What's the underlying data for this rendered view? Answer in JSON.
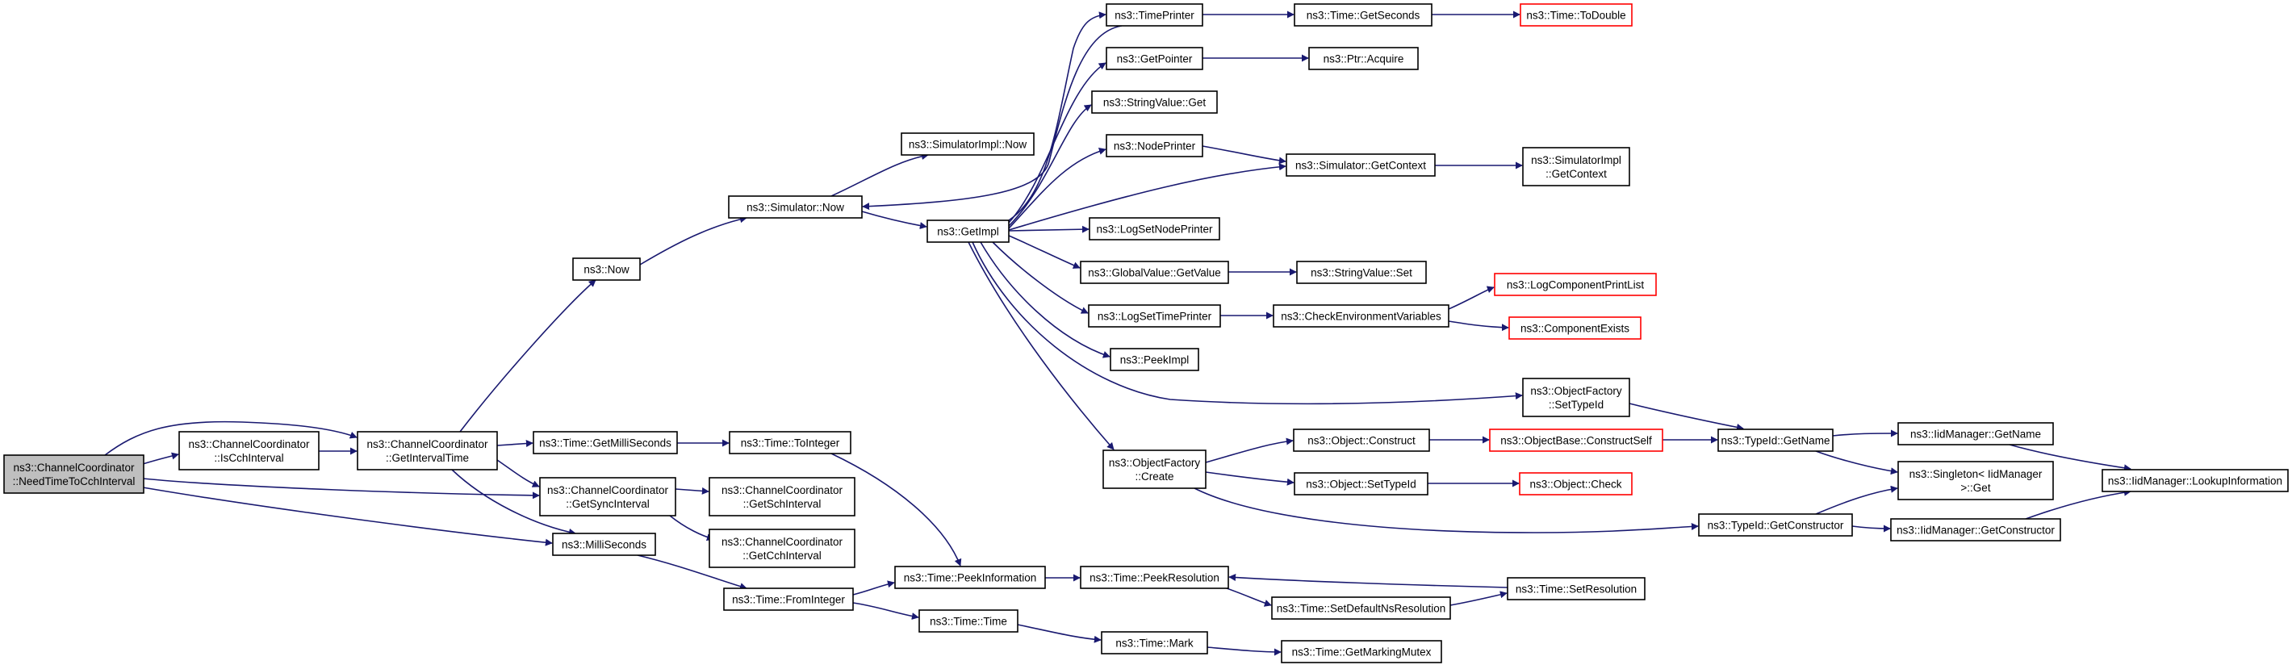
{
  "graph": {
    "colors": {
      "edge": "#191970",
      "node_border": "#000000",
      "missing_node_border": "#ff0000",
      "root_fill": "#bfbfbf",
      "background": "#ffffff"
    },
    "nodes": [
      {
        "id": "root",
        "lines": [
          "ns3::ChannelCoordinator",
          "::NeedTimeToCchInterval"
        ],
        "style": "root"
      },
      {
        "id": "iscch",
        "lines": [
          "ns3::ChannelCoordinator",
          "::IsCchInterval"
        ]
      },
      {
        "id": "getint",
        "lines": [
          "ns3::ChannelCoordinator",
          "::GetIntervalTime"
        ]
      },
      {
        "id": "now",
        "lines": [
          "ns3::Now"
        ]
      },
      {
        "id": "getms",
        "lines": [
          "ns3::Time::GetMilliSeconds"
        ]
      },
      {
        "id": "getsync",
        "lines": [
          "ns3::ChannelCoordinator",
          "::GetSyncInterval"
        ]
      },
      {
        "id": "millis",
        "lines": [
          "ns3::MilliSeconds"
        ]
      },
      {
        "id": "simnow",
        "lines": [
          "ns3::Simulator::Now"
        ]
      },
      {
        "id": "simimplnow",
        "lines": [
          "ns3::SimulatorImpl::Now"
        ]
      },
      {
        "id": "toint",
        "lines": [
          "ns3::Time::ToInteger"
        ]
      },
      {
        "id": "getsch",
        "lines": [
          "ns3::ChannelCoordinator",
          "::GetSchInterval"
        ]
      },
      {
        "id": "getcch",
        "lines": [
          "ns3::ChannelCoordinator",
          "::GetCchInterval"
        ]
      },
      {
        "id": "fromint",
        "lines": [
          "ns3::Time::FromInteger"
        ]
      },
      {
        "id": "getimpl",
        "lines": [
          "ns3::GetImpl"
        ]
      },
      {
        "id": "peekinfo",
        "lines": [
          "ns3::Time::PeekInformation"
        ]
      },
      {
        "id": "timetime",
        "lines": [
          "ns3::Time::Time"
        ]
      },
      {
        "id": "timeprinter",
        "lines": [
          "ns3::TimePrinter"
        ]
      },
      {
        "id": "getpointer",
        "lines": [
          "ns3::GetPointer"
        ]
      },
      {
        "id": "strvalget",
        "lines": [
          "ns3::StringValue::Get"
        ]
      },
      {
        "id": "nodeprinter",
        "lines": [
          "ns3::NodePrinter"
        ]
      },
      {
        "id": "logsetnode",
        "lines": [
          "ns3::LogSetNodePrinter"
        ]
      },
      {
        "id": "gvget",
        "lines": [
          "ns3::GlobalValue::GetValue"
        ]
      },
      {
        "id": "logsettime",
        "lines": [
          "ns3::LogSetTimePrinter"
        ]
      },
      {
        "id": "peekimpl",
        "lines": [
          "ns3::PeekImpl"
        ]
      },
      {
        "id": "ofcreate",
        "lines": [
          "ns3::ObjectFactory",
          "::Create"
        ]
      },
      {
        "id": "peekres",
        "lines": [
          "ns3::Time::PeekResolution"
        ]
      },
      {
        "id": "mark",
        "lines": [
          "ns3::Time::Mark"
        ]
      },
      {
        "id": "getsec",
        "lines": [
          "ns3::Time::GetSeconds"
        ]
      },
      {
        "id": "ptracq",
        "lines": [
          "ns3::Ptr::Acquire"
        ]
      },
      {
        "id": "simctx",
        "lines": [
          "ns3::Simulator::GetContext"
        ]
      },
      {
        "id": "strvalset",
        "lines": [
          "ns3::StringValue::Set"
        ]
      },
      {
        "id": "checkenv",
        "lines": [
          "ns3::CheckEnvironmentVariables"
        ]
      },
      {
        "id": "objconstruct",
        "lines": [
          "ns3::Object::Construct"
        ]
      },
      {
        "id": "objsettid",
        "lines": [
          "ns3::Object::SetTypeId"
        ]
      },
      {
        "id": "setdefres",
        "lines": [
          "ns3::Time::SetDefaultNsResolution"
        ]
      },
      {
        "id": "getmarkmutex",
        "lines": [
          "ns3::Time::GetMarkingMutex"
        ]
      },
      {
        "id": "todouble",
        "lines": [
          "ns3::Time::ToDouble"
        ],
        "style": "red"
      },
      {
        "id": "simimplctx",
        "lines": [
          "ns3::SimulatorImpl",
          "::GetContext"
        ]
      },
      {
        "id": "logcomplist",
        "lines": [
          "ns3::LogComponentPrintList"
        ],
        "style": "red"
      },
      {
        "id": "compexists",
        "lines": [
          "ns3::ComponentExists"
        ],
        "style": "red"
      },
      {
        "id": "ofsettid",
        "lines": [
          "ns3::ObjectFactory",
          "::SetTypeId"
        ]
      },
      {
        "id": "objbaseconstruct",
        "lines": [
          "ns3::ObjectBase::ConstructSelf"
        ],
        "style": "red"
      },
      {
        "id": "objcheck",
        "lines": [
          "ns3::Object::Check"
        ],
        "style": "red"
      },
      {
        "id": "tidgetctor",
        "lines": [
          "ns3::TypeId::GetConstructor"
        ]
      },
      {
        "id": "setres",
        "lines": [
          "ns3::Time::SetResolution"
        ]
      },
      {
        "id": "tidgetname",
        "lines": [
          "ns3::TypeId::GetName"
        ]
      },
      {
        "id": "iidgetname",
        "lines": [
          "ns3::IidManager::GetName"
        ]
      },
      {
        "id": "singleton",
        "lines": [
          "ns3::Singleton< IidManager",
          " >::Get"
        ]
      },
      {
        "id": "iidgetctor",
        "lines": [
          "ns3::IidManager::GetConstructor"
        ]
      },
      {
        "id": "iidlookup",
        "lines": [
          "ns3::IidManager::LookupInformation"
        ]
      }
    ]
  }
}
